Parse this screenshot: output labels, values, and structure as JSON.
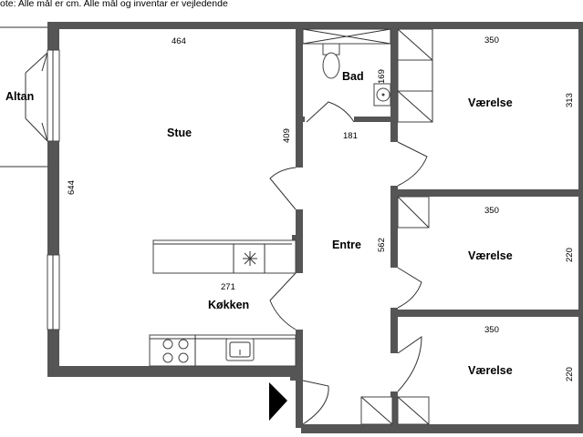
{
  "note": "ote: Alle mål er cm. Alle mål og inventar er vejledende",
  "rooms": {
    "altan": "Altan",
    "stue": "Stue",
    "bad": "Bad",
    "entre": "Entre",
    "kokken": "Køkken",
    "vaerelse1": "Værelse",
    "vaerelse2": "Værelse",
    "vaerelse3": "Værelse"
  },
  "dimensions": {
    "stue_width": "464",
    "stue_height": "644",
    "stue_door": "409",
    "bad_height": "169",
    "bad_width": "181",
    "entre_height": "562",
    "kokken_width": "271",
    "vaerelse1_width": "350",
    "vaerelse1_height": "313",
    "vaerelse2_width": "350",
    "vaerelse2_height": "220",
    "vaerelse3_width": "350",
    "vaerelse3_height": "220"
  },
  "colors": {
    "wall": "#555555",
    "line": "#333333",
    "entry_arrow": "#000000"
  }
}
